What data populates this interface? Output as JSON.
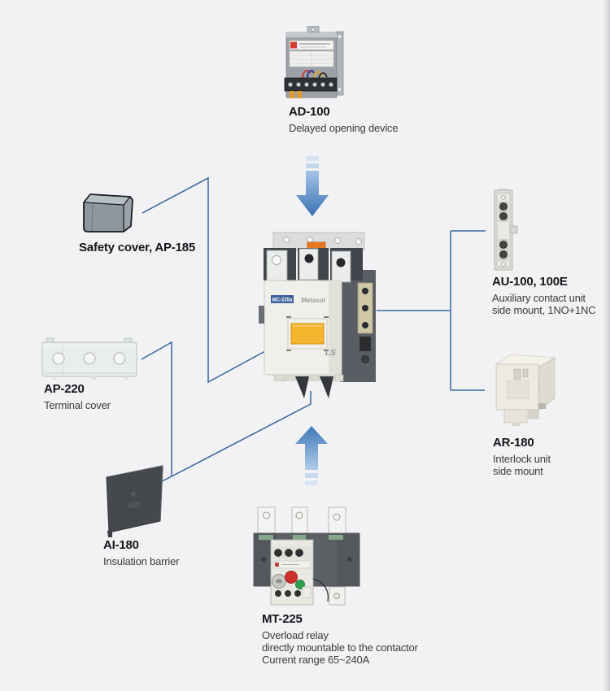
{
  "palette": {
    "background": "#f2f2f4",
    "connector_line": "#38649f",
    "arrow_dark": "#3a72b4",
    "arrow_light": "#d6e3f4",
    "title_text": "#15161a",
    "desc_text": "#3a3b3d",
    "contactor_button_yellow": "#f5b42e",
    "contactor_label_blue": "#41639c",
    "accent_orange": "#e8781f"
  },
  "components": {
    "ad100": {
      "title": "AD-100",
      "desc": [
        "Delayed opening device"
      ]
    },
    "safety_cover": {
      "title": "Safety cover, AP-185"
    },
    "ap220": {
      "title": "AP-220",
      "desc": [
        "Terminal cover"
      ]
    },
    "ai180": {
      "title": "AI-180",
      "desc": [
        "Insulation barrier"
      ]
    },
    "au100": {
      "title": "AU-100, 100E",
      "desc": [
        "Auxiliary contact unit",
        "side mount, 1NO+1NC"
      ]
    },
    "ar180": {
      "title": "AR-180",
      "desc": [
        "Interlock unit",
        "side mount"
      ]
    },
    "mt225": {
      "title": "MT-225",
      "desc": [
        "Overload relay",
        "directly mountable to the contactor",
        "Current range 65~240A"
      ]
    },
    "contactor": {
      "model_label": "MC-225a",
      "brand": "Metasol",
      "logo": "LS"
    }
  }
}
